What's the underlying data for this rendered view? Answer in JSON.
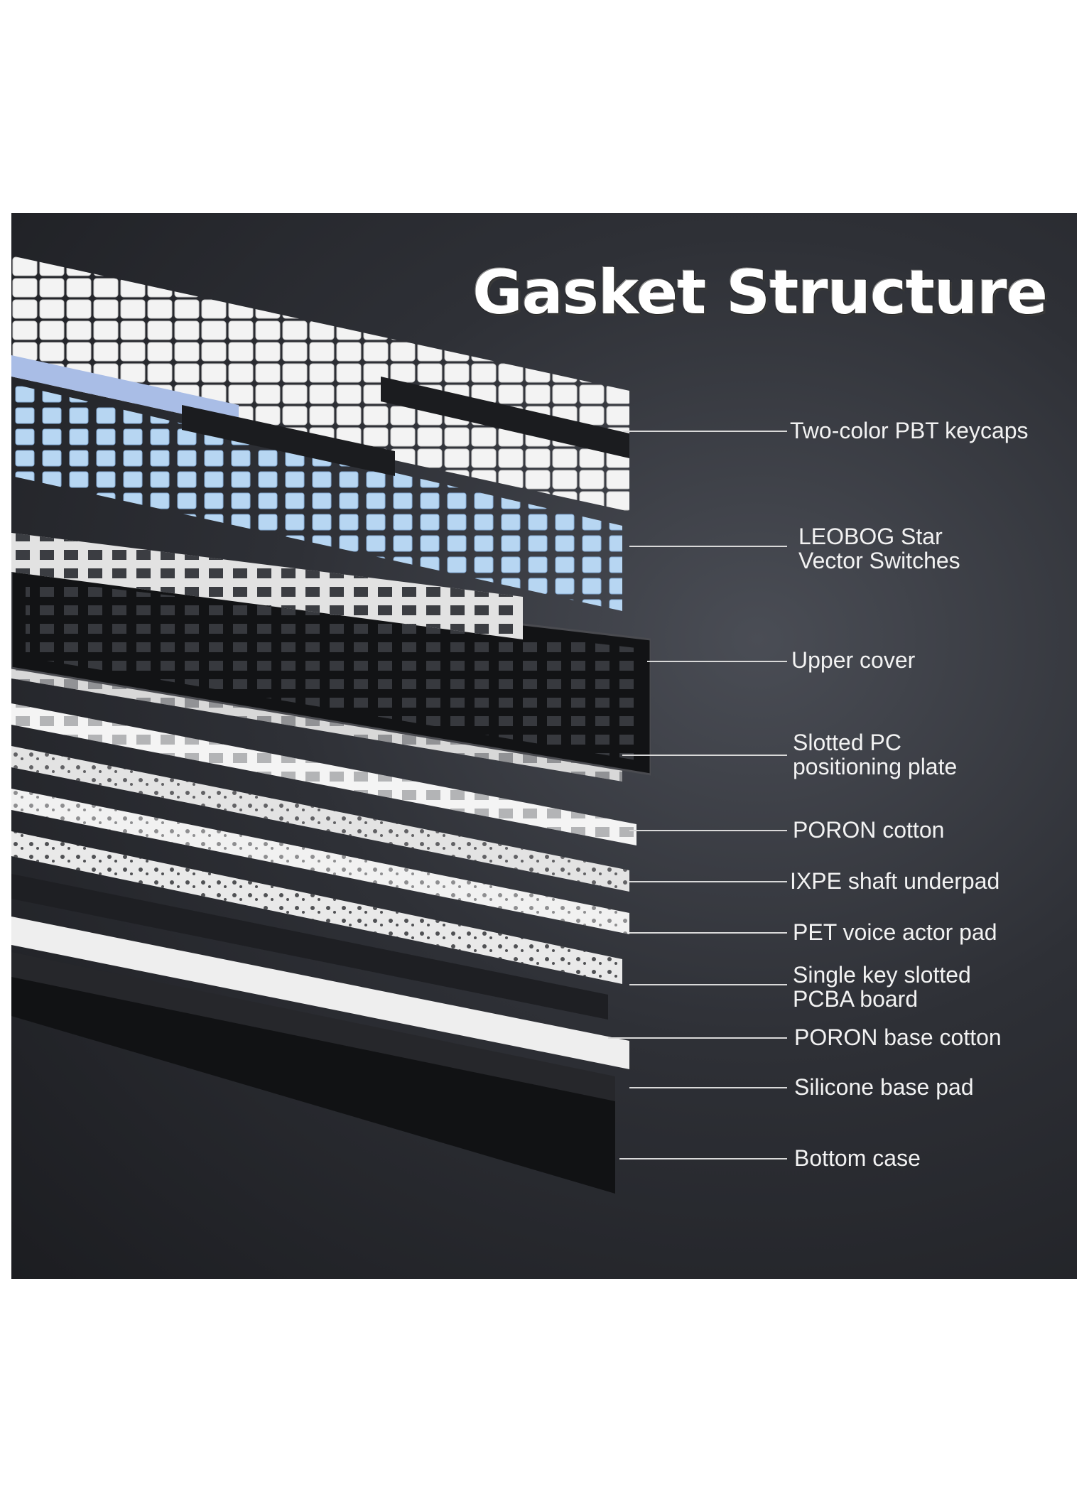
{
  "title": "Gasket Structure",
  "colors": {
    "background": "#2e3036",
    "label_text": "#f2f2f2",
    "keycap_white": "#f3f3f3",
    "keycap_blue": "#a9bde6",
    "keycap_black": "#1b1c1f",
    "legend_cyan": "#4fd6e6",
    "switch_blue": "#b7d6f2"
  },
  "layers": [
    {
      "id": "keycaps",
      "label": "Two-color PBT keycaps"
    },
    {
      "id": "switches",
      "label": "LEOBOG Star\nVector Switches"
    },
    {
      "id": "upper-cover",
      "label": "Upper cover"
    },
    {
      "id": "pc-plate",
      "label": "Slotted PC\npositioning plate"
    },
    {
      "id": "poron-cotton",
      "label": "PORON cotton"
    },
    {
      "id": "ixpe-underpad",
      "label": "IXPE shaft underpad"
    },
    {
      "id": "pet-pad",
      "label": "PET voice actor pad"
    },
    {
      "id": "pcba-board",
      "label": "Single key slotted\nPCBA board"
    },
    {
      "id": "poron-base",
      "label": "PORON base cotton"
    },
    {
      "id": "silicone-pad",
      "label": "Silicone base pad"
    },
    {
      "id": "bottom-case",
      "label": "Bottom case"
    }
  ]
}
